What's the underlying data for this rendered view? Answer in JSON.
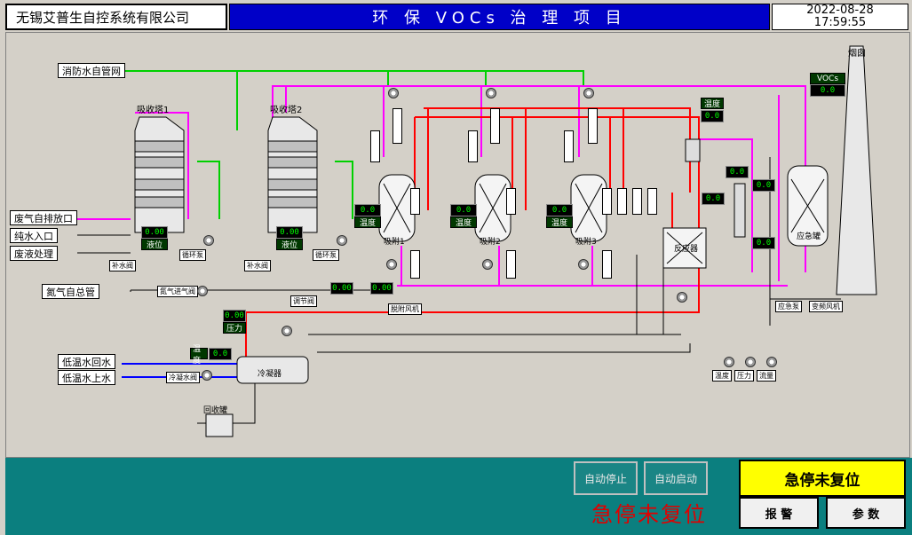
{
  "header": {
    "company": "无锡艾普生自控系统有限公司",
    "title": "环 保 VOCs 治 理 项 目",
    "date": "2022-08-28",
    "time": "17:59:55"
  },
  "inputs": {
    "fire_water": "消防水自管网",
    "waste_gas": "废气自排放口",
    "pure_water": "纯水入口",
    "waste_liquid": "废液处理",
    "nitrogen": "氮气自总管",
    "low_temp_return": "低温水回水",
    "low_temp_supply": "低温水上水"
  },
  "towers": [
    {
      "label": "吸收塔1",
      "level": "0.00",
      "level_tag": "液位",
      "pump": "循环泵",
      "makeup": "补水阀"
    },
    {
      "label": "吸收塔2",
      "level": "0.00",
      "level_tag": "液位",
      "pump": "循环泵",
      "makeup": "补水阀"
    }
  ],
  "adsorbers": [
    {
      "label": "吸附1",
      "temp": "0.0",
      "temp_tag": "温度"
    },
    {
      "label": "吸附2",
      "temp": "0.0",
      "temp_tag": "温度"
    },
    {
      "label": "吸附3",
      "temp": "0.0",
      "temp_tag": "温度"
    }
  ],
  "vocs": {
    "label": "VOCs",
    "value": "0.0"
  },
  "chimney": "烟囱",
  "heater": {
    "temp_tag": "温度",
    "temp": "0.0",
    "v1": "0.0",
    "v2": "0.0",
    "v3": "0.0",
    "v4": "0.0",
    "label": "反应器"
  },
  "emergency_tank": {
    "label": "应急罐",
    "pump_label": "应急泵",
    "fan_label": "变频风机"
  },
  "nitrogen_line": {
    "valve_label": "氮气进气阀",
    "v1": "0.00",
    "v2": "0.00",
    "fan_label": "脱附风机",
    "valve2": "调节阀"
  },
  "condenser": {
    "label": "冷凝器",
    "temp_tag": "温度",
    "temp": "0.0",
    "v1": "0.00",
    "tag1": "压力",
    "valve": "冷凝水阀",
    "recovery": "回收罐"
  },
  "bottom_tags": [
    "温度",
    "压力",
    "流量"
  ],
  "footer": {
    "auto_stop": "自动停止",
    "auto_start": "自动启动",
    "estop_status": "急停未复位",
    "estop_big": "急停未复位",
    "alarm": "报 警",
    "params": "参 数"
  }
}
